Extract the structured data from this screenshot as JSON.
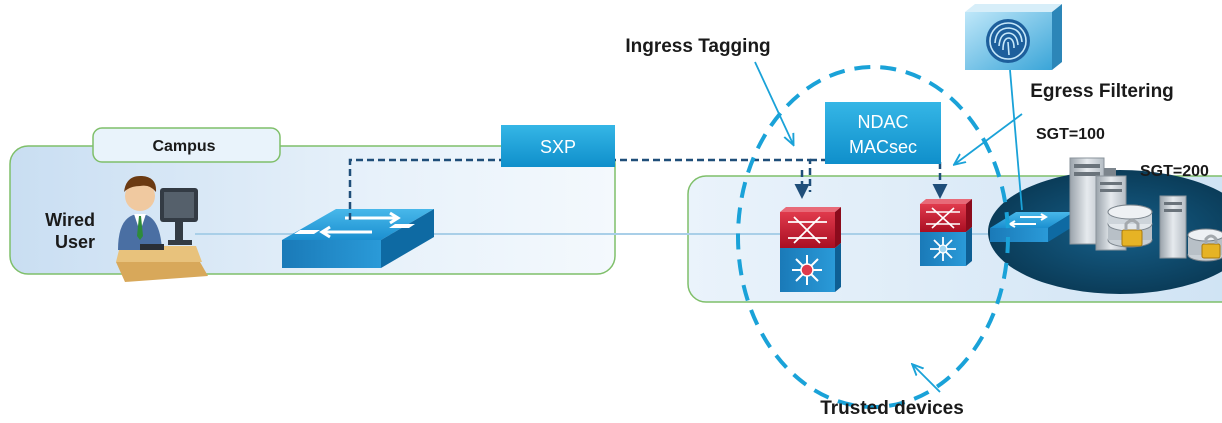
{
  "labels": {
    "campus": "Campus",
    "wired_user_line1": "Wired",
    "wired_user_line2": "User",
    "sxp": "SXP",
    "ndac": "NDAC",
    "macsec": "MACsec",
    "ingress_tagging": "Ingress Tagging",
    "egress_filtering": "Egress Filtering",
    "trusted_devices": "Trusted devices",
    "sgt_100": "SGT=100",
    "sgt_200": "SGT=200"
  },
  "colors": {
    "campus_fill": "#dbeaf7",
    "campus_stroke": "#7fbf6a",
    "datacenter_fill": "#dbeaf7",
    "callout_blue": "#1aa2d8",
    "dashed_ring": "#1aa2d8",
    "dashed_link": "#1f4e79",
    "link_line": "#a9cfe8",
    "router_red": "#c8102e",
    "server_pool": "#0b4a6f"
  },
  "icons": {
    "campus_switch": "layer2-switch-icon",
    "core_switch": "layer3-switch-icon",
    "dist_switch": "layer3-switch-icon",
    "dc_switch": "layer2-switch-icon",
    "user": "wired-user-icon",
    "ise": "fingerprint-icon",
    "servers": "server-icon"
  }
}
